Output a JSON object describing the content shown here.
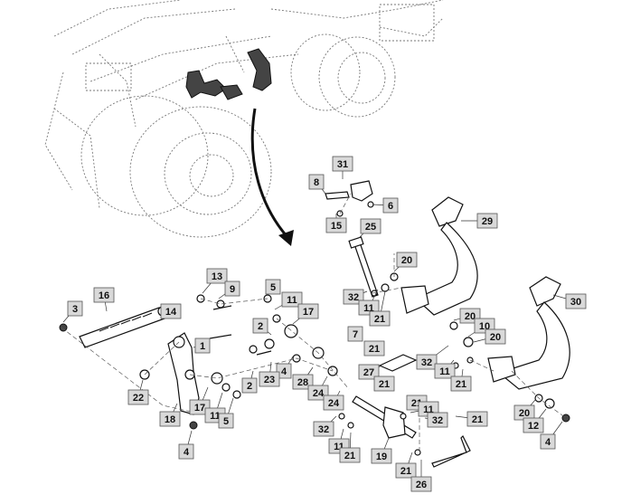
{
  "diagram": {
    "callouts": [
      {
        "id": "c31",
        "label": "31"
      },
      {
        "id": "c8",
        "label": "8"
      },
      {
        "id": "c6",
        "label": "6"
      },
      {
        "id": "c15",
        "label": "15"
      },
      {
        "id": "c25",
        "label": "25"
      },
      {
        "id": "c29",
        "label": "29"
      },
      {
        "id": "c20a",
        "label": "20"
      },
      {
        "id": "c13",
        "label": "13"
      },
      {
        "id": "c9",
        "label": "9"
      },
      {
        "id": "c5a",
        "label": "5"
      },
      {
        "id": "c16",
        "label": "16"
      },
      {
        "id": "c11a",
        "label": "11"
      },
      {
        "id": "c32a",
        "label": "32"
      },
      {
        "id": "c30",
        "label": "30"
      },
      {
        "id": "c3",
        "label": "3"
      },
      {
        "id": "c14",
        "label": "14"
      },
      {
        "id": "c17a",
        "label": "17"
      },
      {
        "id": "c11b",
        "label": "11"
      },
      {
        "id": "c21a",
        "label": "21"
      },
      {
        "id": "c20b",
        "label": "20"
      },
      {
        "id": "c2a",
        "label": "2"
      },
      {
        "id": "c10",
        "label": "10"
      },
      {
        "id": "c7",
        "label": "7"
      },
      {
        "id": "c20c",
        "label": "20"
      },
      {
        "id": "c1",
        "label": "1"
      },
      {
        "id": "c21b",
        "label": "21"
      },
      {
        "id": "c32b",
        "label": "32"
      },
      {
        "id": "c4a",
        "label": "4"
      },
      {
        "id": "c27",
        "label": "27"
      },
      {
        "id": "c11c",
        "label": "11"
      },
      {
        "id": "c23",
        "label": "23"
      },
      {
        "id": "c2b",
        "label": "2"
      },
      {
        "id": "c28",
        "label": "28"
      },
      {
        "id": "c21c",
        "label": "21"
      },
      {
        "id": "c21d",
        "label": "21"
      },
      {
        "id": "c22",
        "label": "22"
      },
      {
        "id": "c24a",
        "label": "24"
      },
      {
        "id": "c17b",
        "label": "17"
      },
      {
        "id": "c24b",
        "label": "24"
      },
      {
        "id": "c11d",
        "label": "11"
      },
      {
        "id": "c5b",
        "label": "5"
      },
      {
        "id": "c21e",
        "label": "21"
      },
      {
        "id": "c11e",
        "label": "11"
      },
      {
        "id": "c20d",
        "label": "20"
      },
      {
        "id": "c18",
        "label": "18"
      },
      {
        "id": "c32c",
        "label": "32"
      },
      {
        "id": "c21f",
        "label": "21"
      },
      {
        "id": "c12",
        "label": "12"
      },
      {
        "id": "c32d",
        "label": "32"
      },
      {
        "id": "c11f",
        "label": "11"
      },
      {
        "id": "c21g",
        "label": "21"
      },
      {
        "id": "c4b",
        "label": "4"
      },
      {
        "id": "c4c",
        "label": "4"
      },
      {
        "id": "c19",
        "label": "19"
      },
      {
        "id": "c21h",
        "label": "21"
      },
      {
        "id": "c26",
        "label": "26"
      }
    ]
  }
}
